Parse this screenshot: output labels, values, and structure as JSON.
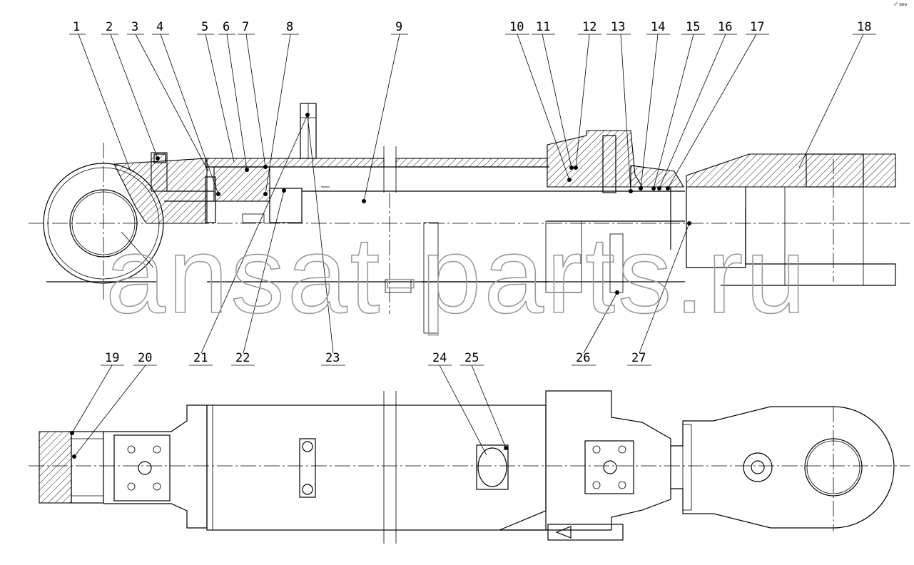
{
  "callouts": [
    "1",
    "2",
    "3",
    "4",
    "5",
    "6",
    "7",
    "8",
    "9",
    "10",
    "11",
    "12",
    "13",
    "14",
    "15",
    "16",
    "17",
    "18",
    "19",
    "20",
    "21",
    "22",
    "23",
    "24",
    "25",
    "26",
    "27"
  ],
  "watermark": "ansat-parts.ru",
  "corner_mark": "₀ᴰ ᴅᴏᴏ",
  "colors": {
    "line": "#000000",
    "watermark": "#9a9a9a",
    "background": "#ffffff"
  }
}
